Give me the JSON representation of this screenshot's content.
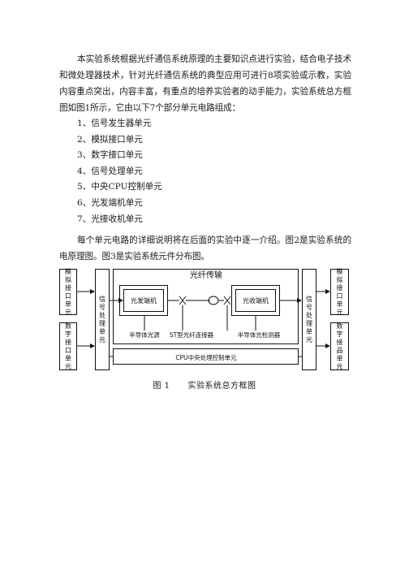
{
  "paragraph1": "本实验系统根据光纤通信系统原理的主要知识点进行实验，结合电子技术和微处理器技术，针对光纤通信系统的典型应用可进行8项实验或示教，实验内容重点突出，内容丰富，有重点的培养实验者的动手能力，实验系统总方框图如图1所示，它由以下7个部分单元电路组成：",
  "units": [
    "1、信号发生器单元",
    "2、模拟接口单元",
    "3、数字接口单元",
    "4、信号处理单元",
    "5、中央CPU控制单元",
    "6、光发端机单元",
    "7、光接收机单元"
  ],
  "paragraph2": "每个单元电路的详细说明将在后面的实验中逐一介绍。图2是实验系统的电原理图。图3是实验系统元件分布图。",
  "diagram": {
    "title": "光纤传输",
    "left_analog_box": "模拟接口单元",
    "left_digital_box": "数字接口单元",
    "left_processing_box": "信号处理单元",
    "transmitter": "光发端机",
    "receiver": "光收端机",
    "right_processing_box": "信号处理单元",
    "right_analog_box": "模拟接口单元",
    "right_digital_box": "数字接品单元",
    "label_source": "半导体光源",
    "label_connector": "ST型光纤连接器",
    "label_detector": "半导体光检测器",
    "cpu_bar": "CPU中央处理控制单元"
  },
  "caption_number": "图 1",
  "caption_title": "实验系统总方框图"
}
